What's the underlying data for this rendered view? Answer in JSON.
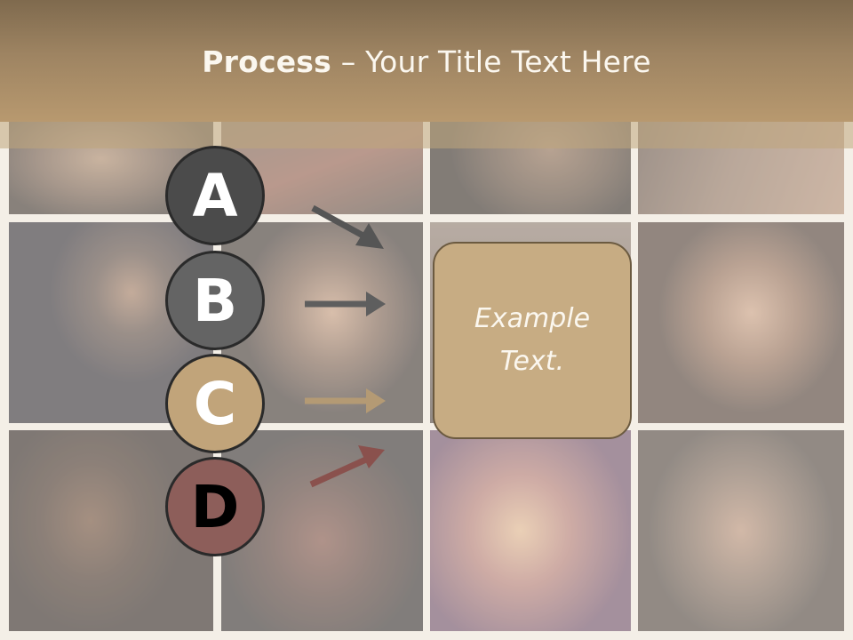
{
  "slide": {
    "title_bold": "Process",
    "title_separator": " – ",
    "title_rest": "Your Title Text Here"
  },
  "steps": [
    {
      "letter": "A",
      "color": "#4b4b4b",
      "arrow_color": "#555555"
    },
    {
      "letter": "B",
      "color": "#646464",
      "arrow_color": "#5e5e5e"
    },
    {
      "letter": "C",
      "color": "#c1a47a",
      "arrow_color": "#b49a74"
    },
    {
      "letter": "D",
      "color": "#8d5e5a",
      "arrow_color": "#8a514d"
    }
  ],
  "example_box": {
    "line1": "Example",
    "line2": "Text."
  },
  "colors": {
    "title_band": "#9e8462",
    "box_fill": "#c7ac83",
    "text_light": "#fbf7ef"
  }
}
